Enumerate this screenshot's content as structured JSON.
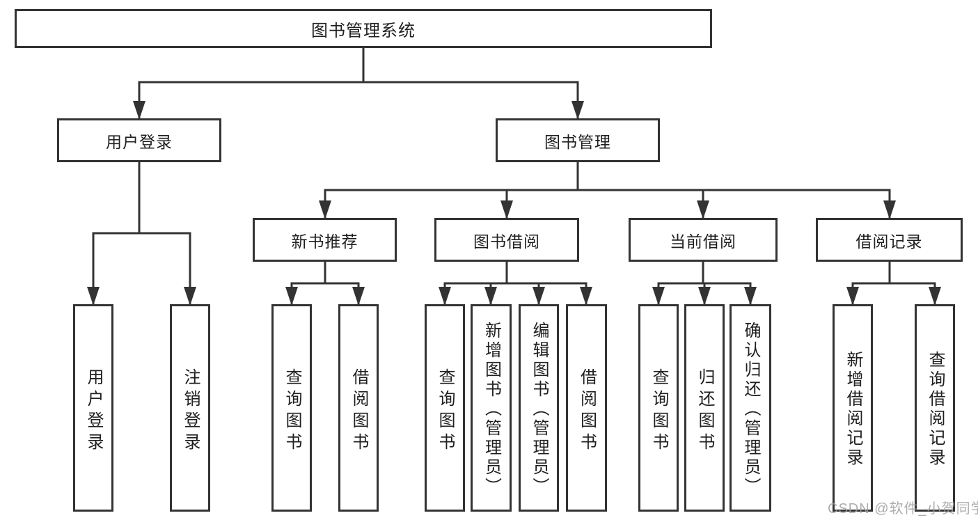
{
  "diagram": {
    "watermark": "CSDN @软件_小贺同学",
    "line_color": "#333333",
    "text_color": "#1f1f1f",
    "background_color": "#ffffff"
  },
  "tree": {
    "root": {
      "label": "图书管理系统"
    },
    "user": {
      "label": "用户登录",
      "children": [
        {
          "label": "用户登录"
        },
        {
          "label": "注销登录"
        }
      ]
    },
    "book": {
      "label": "图书管理",
      "sections": [
        {
          "label": "新书推荐",
          "children": [
            {
              "label": "查询图书"
            },
            {
              "label": "借阅图书"
            }
          ]
        },
        {
          "label": "图书借阅",
          "children": [
            {
              "label": "查询图书"
            },
            {
              "label": "新增图书（管理员）"
            },
            {
              "label": "编辑图书（管理员）"
            },
            {
              "label": "借阅图书"
            }
          ]
        },
        {
          "label": "当前借阅",
          "children": [
            {
              "label": "查询图书"
            },
            {
              "label": "归还图书"
            },
            {
              "label": "确认归还（管理员）"
            }
          ]
        },
        {
          "label": "借阅记录",
          "children": [
            {
              "label": "新增借阅记录"
            },
            {
              "label": "查询借阅记录"
            }
          ]
        }
      ]
    }
  }
}
